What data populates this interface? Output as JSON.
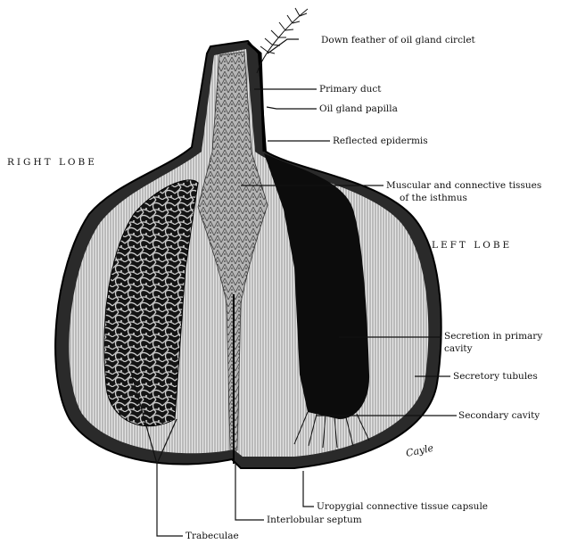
{
  "labels": {
    "down_feather": "Down feather of oil gland circlet",
    "primary_duct": "Primary duct",
    "oil_gland_papilla": "Oil gland papilla",
    "reflected_epidermis": "Reflected epidermis",
    "muscular_line1": "Muscular and connective tissues",
    "muscular_line2": "of the isthmus",
    "secretion_line1": "Secretion in primary",
    "secretion_line2": "cavity",
    "secretory_tubules": "Secretory tubules",
    "secondary_cavity": "Secondary cavity",
    "capsule": "Uropygial connective tissue capsule",
    "septum": "Interlobular septum",
    "trabeculae": "Trabeculae"
  },
  "lobes": {
    "right": "RIGHT LOBE",
    "left": "LEFT LOBE"
  },
  "signature": "Cayle",
  "colors": {
    "ink": "#111111",
    "paper": "#ffffff",
    "tissue": "#d8d8d8",
    "capsule": "#2a2a2a",
    "cavity": "#0c0c0c"
  }
}
